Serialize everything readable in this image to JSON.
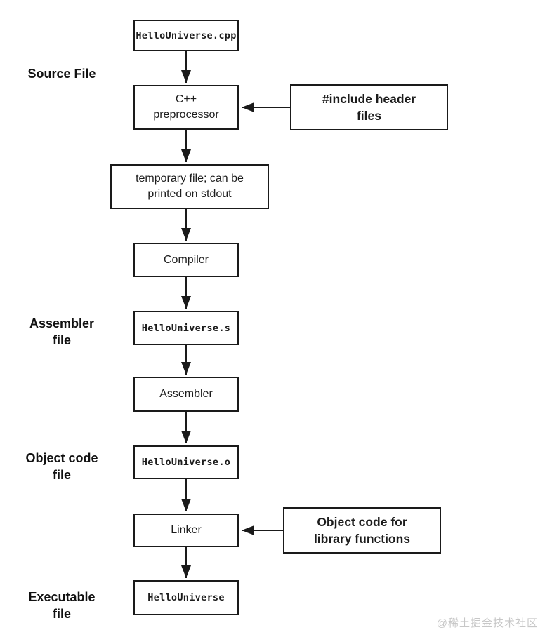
{
  "colors": {
    "background": "#ffffff",
    "ink": "#1a1a1a",
    "watermark_gray": "#c7c7c7"
  },
  "flowchart": {
    "left_labels": {
      "source_file": "Source File",
      "assembler_file": [
        "Assembler",
        "file"
      ],
      "object_code_file": [
        "Object code",
        "file"
      ],
      "executable_file": [
        "Executable",
        "file"
      ]
    },
    "nodes": {
      "cpp_file": "HelloUniverse.cpp",
      "preprocessor": [
        "C++",
        "preprocessor"
      ],
      "include_headers": [
        "#include header",
        "files"
      ],
      "temp_file": [
        "temporary file; can be",
        "printed on stdout"
      ],
      "compiler": "Compiler",
      "asm_file": "HelloUniverse.s",
      "assembler": "Assembler",
      "obj_file": "HelloUniverse.o",
      "linker": "Linker",
      "obj_lib": [
        "Object code for",
        "library functions"
      ],
      "executable": "HelloUniverse"
    },
    "watermark": "@稀土掘金技术社区"
  }
}
